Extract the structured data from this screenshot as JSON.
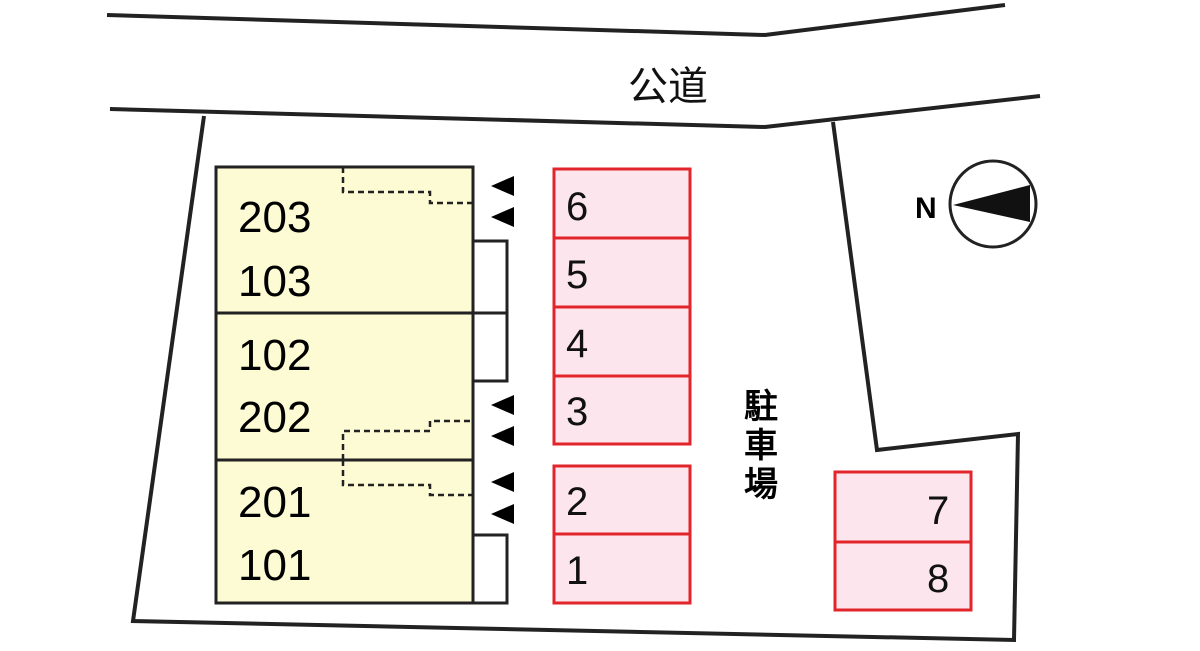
{
  "road": {
    "label": "公道"
  },
  "parking_area": {
    "label_chars": [
      "駐",
      "車",
      "場"
    ]
  },
  "compass": {
    "north": "N"
  },
  "building": {
    "units": [
      "203",
      "103",
      "102",
      "202",
      "201",
      "101"
    ]
  },
  "parking_spaces": [
    "6",
    "5",
    "4",
    "3",
    "2",
    "1",
    "7",
    "8"
  ],
  "colors": {
    "building_fill": "#fdfbd3",
    "space_fill": "#fde5ee",
    "space_border": "#e2252b",
    "line": "#222222"
  }
}
